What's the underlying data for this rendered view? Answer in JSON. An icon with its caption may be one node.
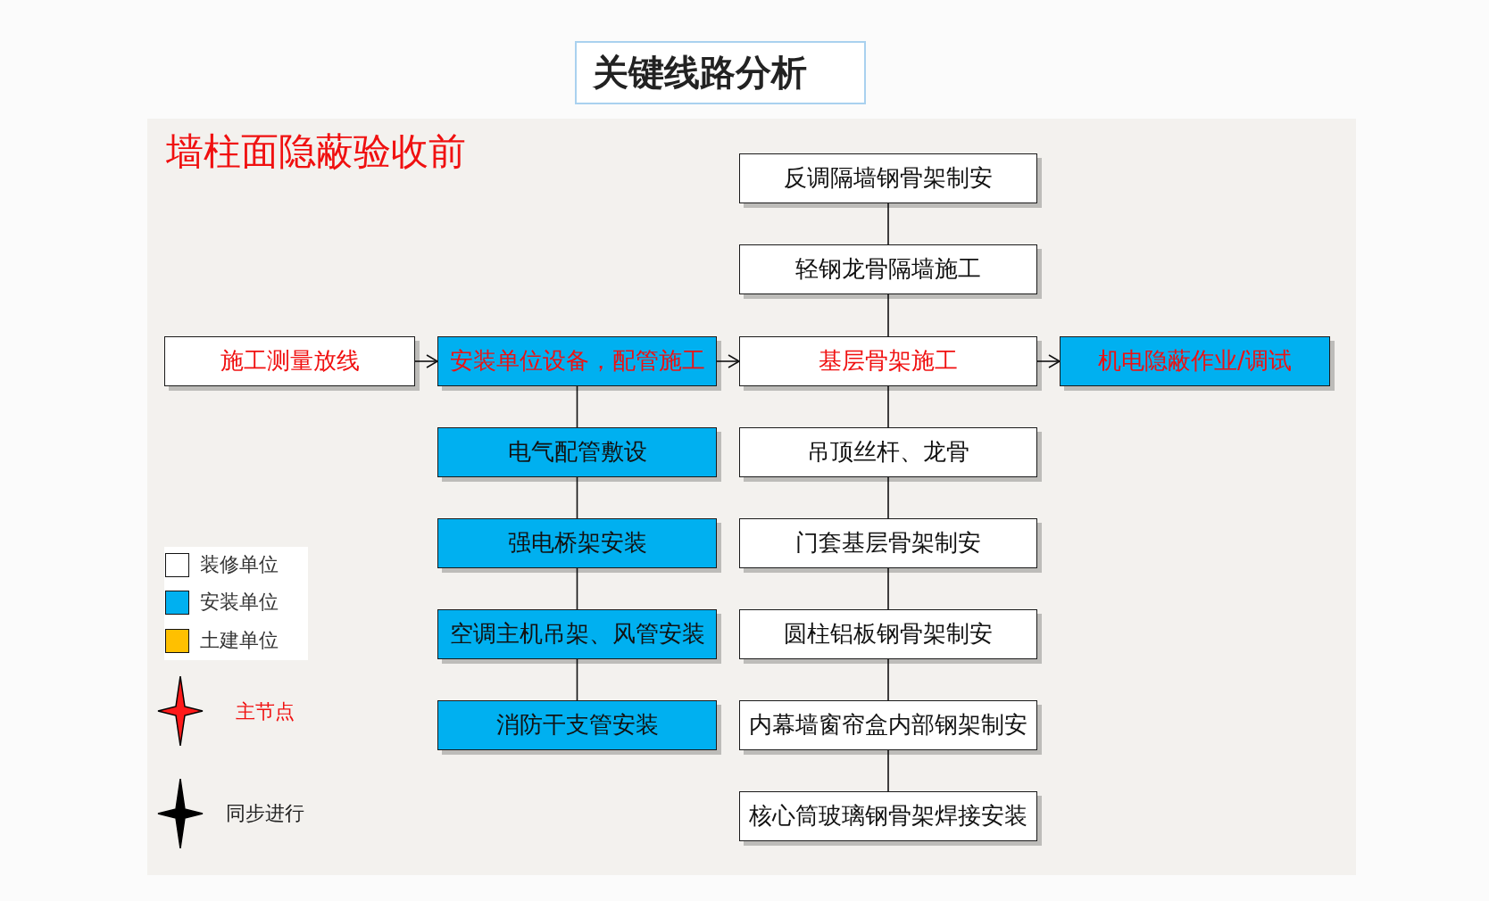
{
  "diagram": {
    "title": "关键线路分析",
    "nodes": [
      {
        "text": [
          "反调隔墙钢骨架制安"
        ]
      },
      {
        "text": [
          "轻钢龙骨隔墙施工"
        ]
      },
      {
        "text": [
          "施工测量放线"
        ]
      },
      {
        "text": [
          "安装单位设备，配管施工"
        ]
      },
      {
        "text": [
          "基层骨架施工"
        ]
      },
      {
        "text": [
          "机电隐蔽作业/调试"
        ]
      },
      {
        "text": [
          "电气配管敷设"
        ]
      },
      {
        "text": [
          "吊顶丝杆、龙骨"
        ]
      },
      {
        "text": [
          "强电桥架安装"
        ]
      },
      {
        "text": [
          "门套基层骨架制安"
        ]
      },
      {
        "text": [
          "空调主机吊架、风管安装"
        ]
      },
      {
        "text": [
          "圆柱铝板钢骨架制安"
        ]
      },
      {
        "text": [
          "消防干支管安装"
        ]
      },
      {
        "text": [
          "内幕墙窗帘盒内部钢架制安"
        ]
      },
      {
        "text": [
          "核心筒玻璃钢骨架焊接安装"
        ]
      }
    ],
    "edges": [
      {
        "from": 2,
        "to": 3,
        "arrow": "to"
      },
      {
        "from": 3,
        "to": 4,
        "arrow": "to"
      },
      {
        "from": 4,
        "to": 5,
        "arrow": "to"
      },
      {
        "from": 0,
        "to": 1,
        "arrow": "none"
      },
      {
        "from": 1,
        "to": 4,
        "arrow": "none"
      },
      {
        "from": 4,
        "to": 7,
        "arrow": "none"
      },
      {
        "from": 7,
        "to": 9,
        "arrow": "none"
      },
      {
        "from": 9,
        "to": 11,
        "arrow": "none"
      },
      {
        "from": 11,
        "to": 13,
        "arrow": "none"
      },
      {
        "from": 13,
        "to": 14,
        "arrow": "none"
      },
      {
        "from": 3,
        "to": 6,
        "arrow": "none"
      },
      {
        "from": 6,
        "to": 8,
        "arrow": "none"
      },
      {
        "from": 8,
        "to": 10,
        "arrow": "none"
      },
      {
        "from": 10,
        "to": 12,
        "arrow": "none"
      }
    ],
    "labels": [
      "墙柱面隐蔽验收前"
    ],
    "legend": [
      {
        "text": "装修单位",
        "color": "#ffffff"
      },
      {
        "text": "安装单位",
        "color": "#00b0f0"
      },
      {
        "text": "土建单位",
        "color": "#ffc000"
      },
      {
        "text": "主节点"
      },
      {
        "text": "同步进行"
      }
    ]
  }
}
